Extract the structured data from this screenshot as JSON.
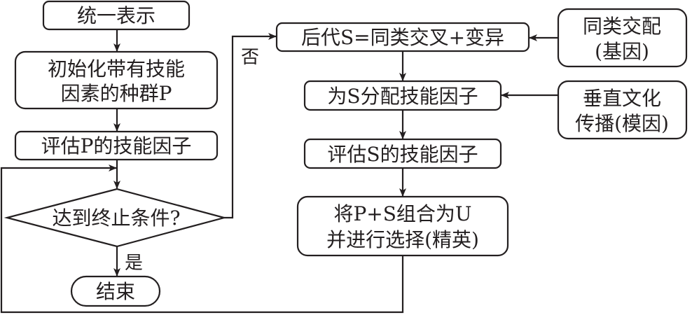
{
  "diagram": {
    "type": "flowchart",
    "nodes": {
      "unified": {
        "lines": [
          "统一表示"
        ]
      },
      "init": {
        "lines": [
          "初始化带有技能",
          "因素的种群P"
        ]
      },
      "evalP": {
        "lines": [
          "评估P的技能因子"
        ]
      },
      "decision": {
        "lines": [
          "达到终止条件?"
        ]
      },
      "end": {
        "lines": [
          "结束"
        ]
      },
      "offspring": {
        "lines": [
          "后代S=同类交叉+变异"
        ]
      },
      "assign": {
        "lines": [
          "为S分配技能因子"
        ]
      },
      "evalS": {
        "lines": [
          "评估S的技能因子"
        ]
      },
      "combine": {
        "lines": [
          "将P+S组合为U",
          "并进行选择(精英)"
        ]
      },
      "mating": {
        "lines": [
          "同类交配",
          "(基因)"
        ]
      },
      "culture": {
        "lines": [
          "垂直文化",
          "传播(模因)"
        ]
      }
    },
    "edge_labels": {
      "yes": "是",
      "no": "否"
    },
    "edges": [
      {
        "from": "unified",
        "to": "init"
      },
      {
        "from": "init",
        "to": "evalP"
      },
      {
        "from": "evalP",
        "to": "decision"
      },
      {
        "from": "decision",
        "to": "end",
        "label": "是"
      },
      {
        "from": "decision",
        "to": "offspring",
        "label": "否"
      },
      {
        "from": "offspring",
        "to": "assign"
      },
      {
        "from": "assign",
        "to": "evalS"
      },
      {
        "from": "evalS",
        "to": "combine"
      },
      {
        "from": "combine",
        "to": "decision"
      },
      {
        "from": "mating",
        "to": "offspring"
      },
      {
        "from": "culture",
        "to": "assign"
      }
    ]
  }
}
